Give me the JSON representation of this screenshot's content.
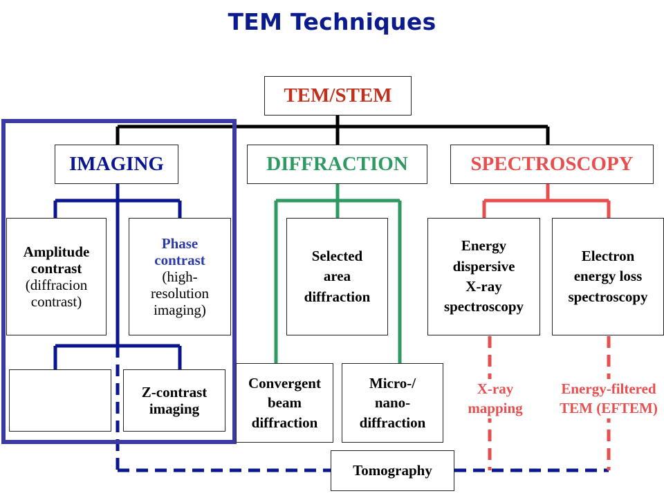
{
  "title": "TEM Techniques",
  "colors": {
    "title": "#0b1a8c",
    "imaging": "#0a1690",
    "diffraction": "#2e9a62",
    "spectroscopy": "#e84e4e",
    "root_text": "#c0301b",
    "frame": "#3a3aa0"
  },
  "root": {
    "label": "TEM/STEM"
  },
  "categories": {
    "imaging": "IMAGING",
    "diffraction": "DIFFRACTION",
    "spectroscopy": "SPECTROSCOPY"
  },
  "imaging": {
    "amplitude": {
      "line1": "Amplitude",
      "line2": "contrast",
      "line3": "(diffracion",
      "line4": "contrast)"
    },
    "phase": {
      "line1": "Phase",
      "line2": "contrast",
      "line3": "(high-",
      "line4": "resolution",
      "line5": "imaging)"
    },
    "zcontrast": {
      "line1": "Z-contrast",
      "line2": "imaging"
    }
  },
  "diffraction": {
    "selected": {
      "line1": "Selected",
      "line2": "area",
      "line3": "diffraction"
    },
    "convergent": {
      "line1": "Convergent",
      "line2": "beam",
      "line3": "diffraction"
    },
    "micro": {
      "line1": "Micro-/",
      "line2": "nano-",
      "line3": "diffraction"
    }
  },
  "spectroscopy": {
    "edx": {
      "line1": "Energy",
      "line2": "dispersive",
      "line3": "X-ray",
      "line4": "spectroscopy"
    },
    "eels": {
      "line1": "Electron",
      "line2": "energy loss",
      "line3": "spectroscopy"
    },
    "xray_mapping": {
      "line1": "X-ray",
      "line2": "mapping"
    },
    "eftem": {
      "line1": "Energy-filtered",
      "line2": "TEM (EFTEM)"
    }
  },
  "tomography": {
    "label": "Tomography"
  }
}
